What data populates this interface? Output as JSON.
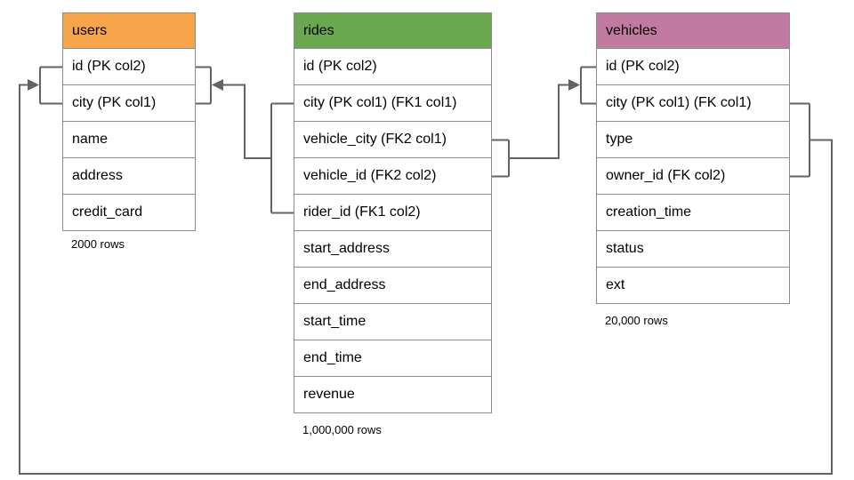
{
  "colors": {
    "users_header": "#F7A54A",
    "rides_header": "#6AA84F",
    "vehicles_header": "#C27BA0",
    "line": "#636363",
    "border": "#8C8C8C"
  },
  "tables": {
    "users": {
      "title": "users",
      "columns": [
        "id (PK col2)",
        "city (PK col1)",
        "name",
        "address",
        "credit_card"
      ],
      "row_count": "2000 rows"
    },
    "rides": {
      "title": "rides",
      "columns": [
        "id (PK col2)",
        "city (PK col1) (FK1 col1)",
        "vehicle_city (FK2 col1)",
        "vehicle_id (FK2 col2)",
        "rider_id (FK1 col2)",
        "start_address",
        "end_address",
        "start_time",
        "end_time",
        "revenue"
      ],
      "row_count": "1,000,000 rows"
    },
    "vehicles": {
      "title": "vehicles",
      "columns": [
        "id (PK col2)",
        "city (PK col1) (FK col1)",
        "type",
        "owner_id (FK col2)",
        "creation_time",
        "status",
        "ext"
      ],
      "row_count": "20,000 rows"
    }
  },
  "relationships": [
    {
      "from": "rides: city + rider_id (FK1)",
      "to": "users: id + city (PK)"
    },
    {
      "from": "rides: vehicle_city + vehicle_id (FK2)",
      "to": "vehicles: id + city (PK)"
    },
    {
      "from": "vehicles: city + owner_id (FK)",
      "to": "users: id + city (PK)"
    }
  ]
}
